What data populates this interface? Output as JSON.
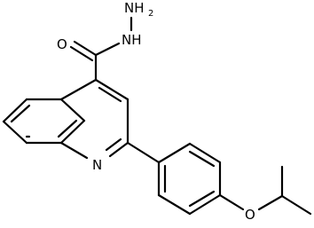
{
  "structure": {
    "atoms": {
      "carbonyl_oxygen": "O",
      "hydrazide_nh": "NH",
      "hydrazide_nh2": "NH",
      "hydrazide_nh2_subscript": "2",
      "ring_nitrogen": "N",
      "ether_oxygen": "O"
    },
    "colors": {
      "bond": "#000000",
      "label": "#000000",
      "background": "#ffffff"
    }
  }
}
